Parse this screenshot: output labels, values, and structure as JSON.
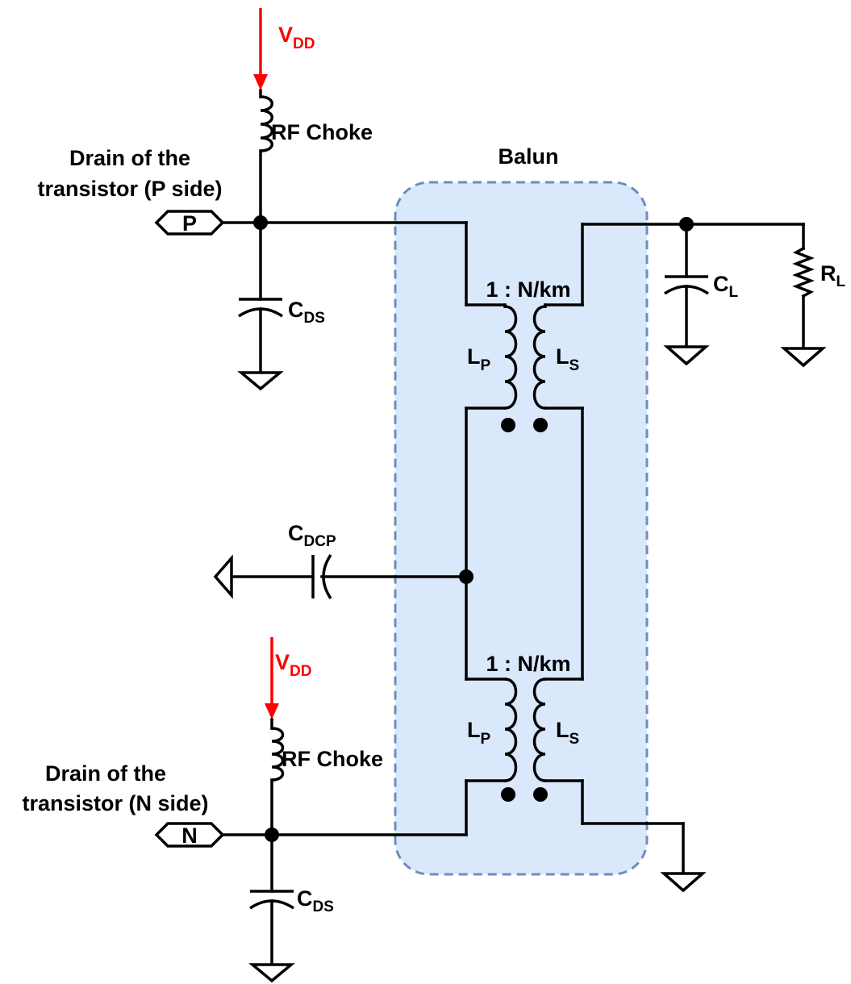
{
  "balun": {
    "title": "Balun",
    "fill": "#dae8fc",
    "border": "#6c8ebf",
    "ratio_top": "1 : N/km",
    "ratio_bottom": "1 : N/km"
  },
  "p_side": {
    "label_line1": "Drain of the",
    "label_line2": "transistor (P side)",
    "port": "P",
    "vdd_main": "V",
    "vdd_sub": "DD",
    "choke": "RF Choke",
    "cds_main": "C",
    "cds_sub": "DS"
  },
  "n_side": {
    "label_line1": "Drain of the",
    "label_line2": "transistor (N side)",
    "port": "N",
    "vdd_main": "V",
    "vdd_sub": "DD",
    "choke": "RF Choke",
    "cds_main": "C",
    "cds_sub": "DS"
  },
  "transformer_top": {
    "lp_main": "L",
    "lp_sub": "P",
    "ls_main": "L",
    "ls_sub": "S"
  },
  "transformer_bottom": {
    "lp_main": "L",
    "lp_sub": "P",
    "ls_main": "L",
    "ls_sub": "S"
  },
  "decoupling": {
    "main": "C",
    "sub": "DCP"
  },
  "load": {
    "cl_main": "C",
    "cl_sub": "L",
    "rl_main": "R",
    "rl_sub": "L"
  },
  "colors": {
    "supply": "#ff0000",
    "wire": "#000000"
  }
}
